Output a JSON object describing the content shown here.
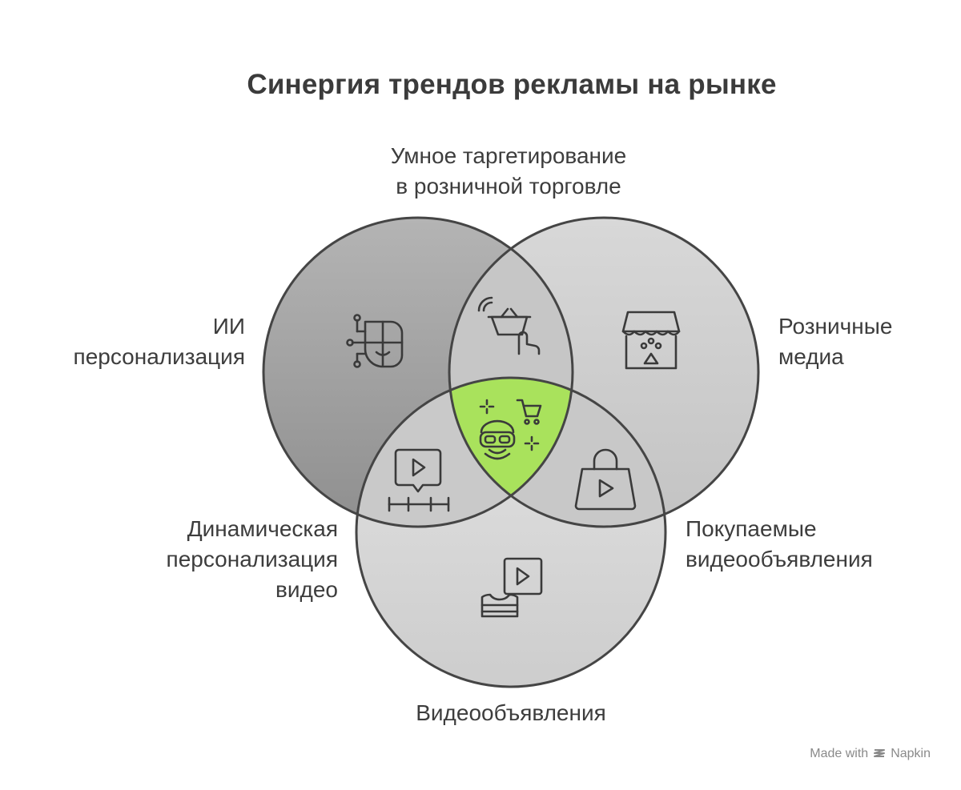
{
  "title": "Синергия трендов рекламы на рынке",
  "labels": {
    "top": [
      "Умное таргетирование",
      "в розничной торговле"
    ],
    "left": [
      "ИИ",
      "персонализация"
    ],
    "right": [
      "Розничные",
      "медиа"
    ],
    "dynamic_video": [
      "Динамическая",
      "персонализация",
      "видео"
    ],
    "shoppable_video": [
      "Покупаемые",
      "видеообъявления"
    ],
    "bottom": [
      "Видеообъявления"
    ]
  },
  "footer": {
    "made_with": "Made with",
    "brand": "Napkin"
  },
  "colors": {
    "circle_left": "#9e9e9e",
    "circle_right": "#cfcfcf",
    "circle_bottom": "#d9d9d9",
    "center_highlight": "#a8e05f",
    "stroke": "#444444"
  },
  "icons": {
    "left": "ai-face-circuit-icon",
    "top_overlap": "smart-basket-tap-icon",
    "right": "storefront-icon",
    "center": "vr-shopping-icon",
    "left_bottom_overlap": "video-timeline-icon",
    "right_bottom_overlap": "shopping-bag-video-icon",
    "bottom": "video-ad-icon"
  }
}
